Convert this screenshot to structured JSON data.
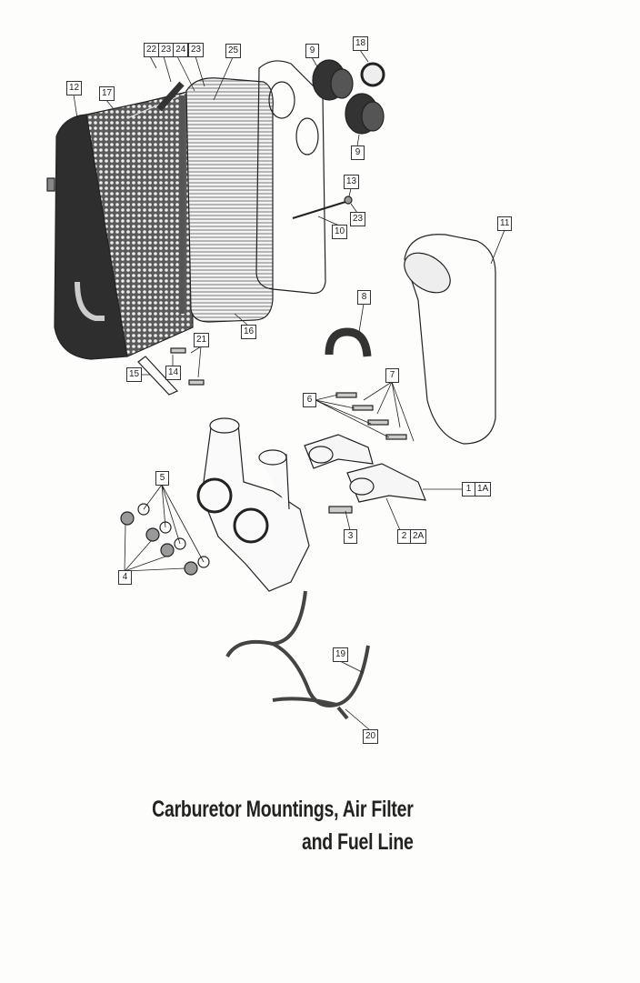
{
  "caption": {
    "line1": "Carburetor Mountings, Air Filter",
    "line2": "and Fuel Line"
  },
  "labels": {
    "l22": "22",
    "l23a": "23",
    "l24": "24",
    "l23b": "23",
    "l25": "25",
    "l9a": "9",
    "l18": "18",
    "l12": "12",
    "l17": "17",
    "l9b": "9",
    "l13": "13",
    "l23c": "23",
    "l10": "10",
    "l11": "11",
    "l8": "8",
    "l16": "16",
    "l21": "21",
    "l15": "15",
    "l14": "14",
    "l7": "7",
    "l6": "6",
    "l5": "5",
    "l1": "1",
    "l1A": "1A",
    "l3": "3",
    "l2": "2",
    "l2A": "2A",
    "l4": "4",
    "l19": "19",
    "l20": "20"
  }
}
